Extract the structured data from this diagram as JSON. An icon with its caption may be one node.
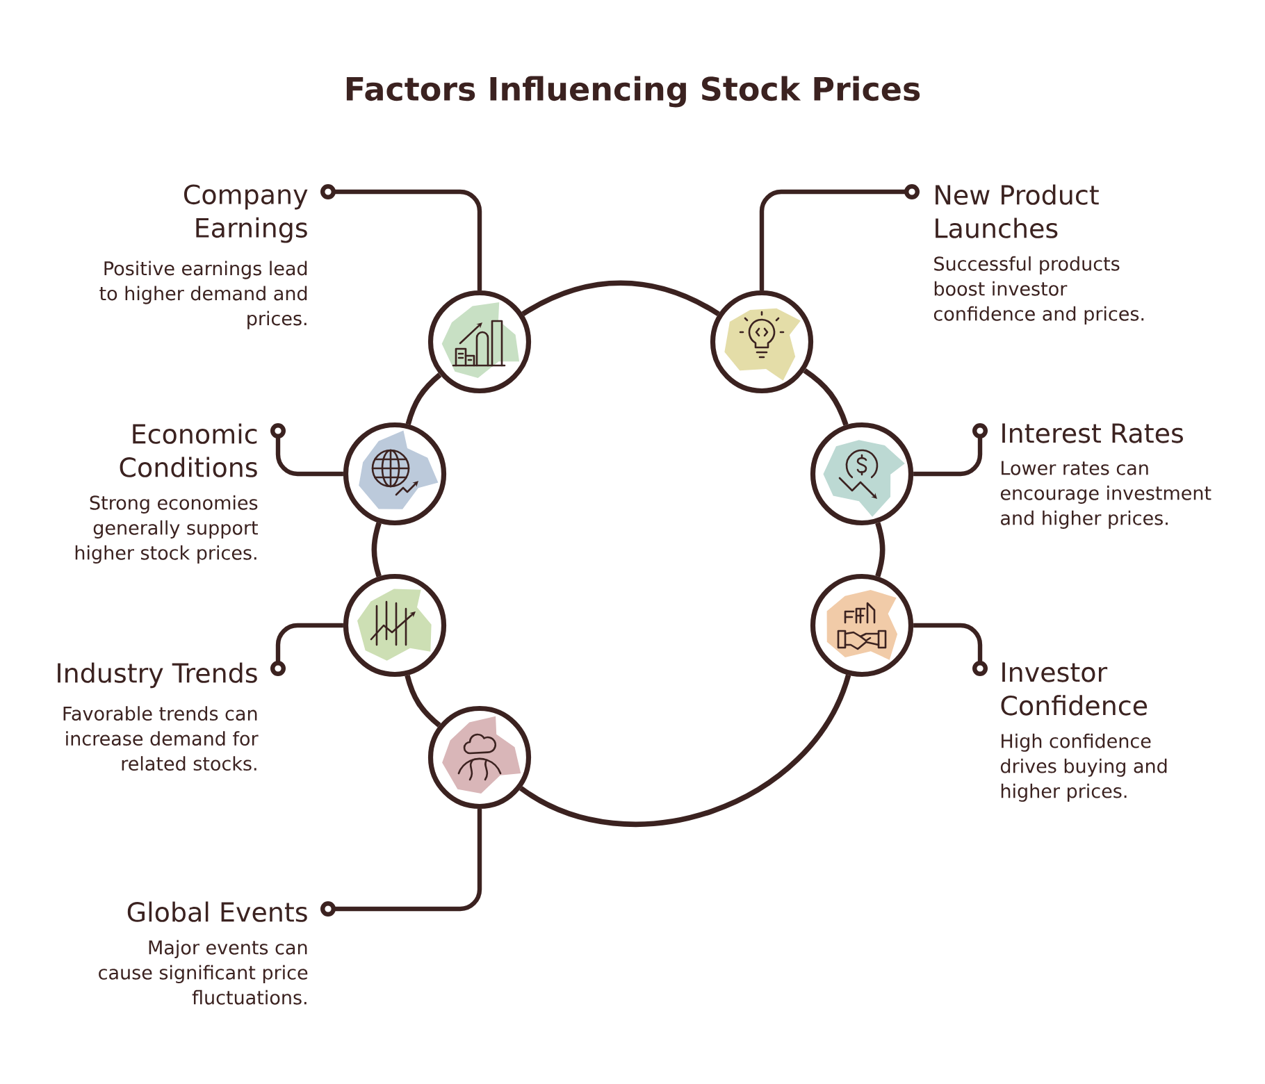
{
  "diagram": {
    "title": "Factors Influencing Stock Prices",
    "nodes": [
      {
        "text": [
          "Company Earnings",
          "Positive earnings lead to higher demand and prices."
        ]
      },
      {
        "text": [],
        "shape": "circle"
      },
      {
        "text": [
          "New Product Launches",
          "Successful products boost investor confidence and prices."
        ]
      },
      {
        "text": [],
        "shape": "circle"
      },
      {
        "text": [
          "Economic Conditions",
          "Strong economies generally support higher stock prices."
        ]
      },
      {
        "text": [],
        "shape": "circle"
      },
      {
        "text": [
          "Interest Rates",
          "Lower rates can encourage investment and higher prices."
        ]
      },
      {
        "text": [],
        "shape": "circle"
      },
      {
        "text": [
          "Industry Trends",
          "Favorable trends can increase demand for related stocks."
        ]
      },
      {
        "text": [],
        "shape": "circle"
      },
      {
        "text": [
          "Investor Confidence",
          "High confidence drives buying and higher prices."
        ]
      },
      {
        "text": [],
        "shape": "circle"
      },
      {
        "text": [
          "Global Events",
          "Major events can cause significant price fluctuations."
        ]
      },
      {
        "text": [],
        "shape": "circle"
      }
    ],
    "edges": [
      {
        "from": 1,
        "to": 3,
        "arrow": "none"
      },
      {
        "from": 3,
        "to": 7,
        "arrow": "none"
      },
      {
        "from": 7,
        "to": 11,
        "arrow": "none"
      },
      {
        "from": 11,
        "to": 13,
        "arrow": "none"
      },
      {
        "from": 13,
        "to": 9,
        "arrow": "none"
      },
      {
        "from": 9,
        "to": 5,
        "arrow": "none"
      },
      {
        "from": 5,
        "to": 1,
        "arrow": "none"
      },
      {
        "from": 1,
        "to": 0,
        "arrow": "other"
      },
      {
        "from": 3,
        "to": 2,
        "arrow": "other"
      },
      {
        "from": 5,
        "to": 4,
        "arrow": "other"
      },
      {
        "from": 7,
        "to": 6,
        "arrow": "other"
      },
      {
        "from": 9,
        "to": 8,
        "arrow": "other"
      },
      {
        "from": 11,
        "to": 10,
        "arrow": "other"
      },
      {
        "from": 13,
        "to": 12,
        "arrow": "other"
      }
    ]
  }
}
